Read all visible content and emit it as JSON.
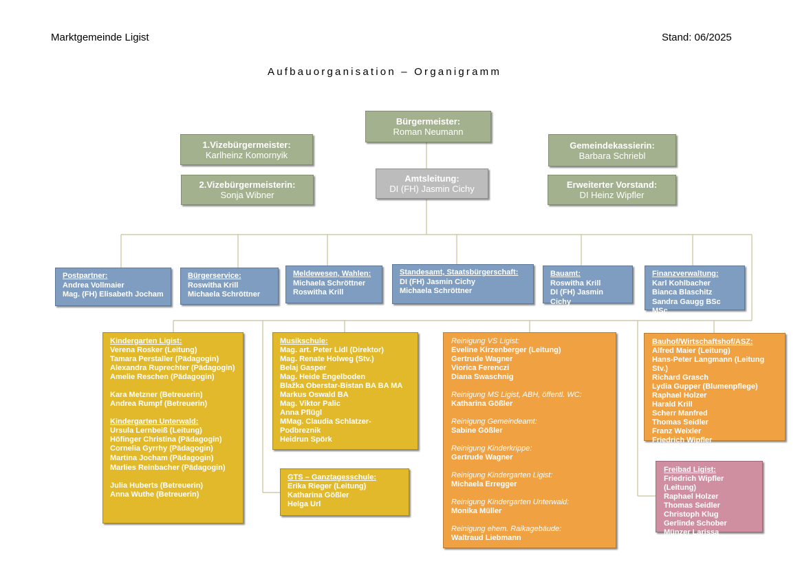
{
  "header": {
    "org": "Marktgemeinde Ligist",
    "stand": "Stand: 06/2025",
    "title": "Aufbauorganisation – Organigramm"
  },
  "colors": {
    "leadership": "#a3b18e",
    "office": "#bcbcbc",
    "department": "#7f9dc0",
    "education": "#e2b92a",
    "cleaning": "#f0a243",
    "pool": "#d08fa0",
    "connector": "#c7c09a"
  },
  "leadership": {
    "mayor": {
      "title": "Bürgermeister:",
      "name": "Roman Neumann"
    },
    "vice1": {
      "title": "1.Vizebürgermeister:",
      "name": "Karlheinz Komornyik"
    },
    "vice2": {
      "title": "2.Vizebürgermeisterin:",
      "name": "Sonja Wibner"
    },
    "treasurer": {
      "title": "Gemeindekassierin:",
      "name": "Barbara Schriebl"
    },
    "board": {
      "title": "Erweiterter Vorstand:",
      "name": "DI Heinz Wipfler"
    },
    "office_head": {
      "title": "Amtsleitung:",
      "name": "DI (FH) Jasmin Cichy"
    }
  },
  "departments": [
    {
      "title": "Postpartner:",
      "members": [
        "Andrea Vollmaier",
        "Mag. (FH) Elisabeth Jocham"
      ]
    },
    {
      "title": "Bürgerservice:",
      "members": [
        "Roswitha Krill",
        "Michaela Schröttner"
      ]
    },
    {
      "title": "Meldewesen, Wahlen:",
      "members": [
        "Michaela Schröttner",
        "Roswitha Krill"
      ]
    },
    {
      "title": "Standesamt, Staatsbürgerschaft:",
      "members": [
        "DI (FH) Jasmin Cichy",
        "Michaela Schröttner"
      ]
    },
    {
      "title": "Bauamt:",
      "members": [
        "Roswitha Krill",
        "DI (FH) Jasmin Cichy"
      ]
    },
    {
      "title": "Finanzverwaltung:",
      "members": [
        "Karl Kohlbacher",
        "Bianca Blaschitz",
        "Sandra Gaugg BSc MSc"
      ]
    }
  ],
  "kindergarten": {
    "ligist_title": "Kindergarten Ligist:",
    "ligist_members": [
      "Verena Rosker (Leitung)",
      "Tamara Perstaller (Pädagogin)",
      "Alexandra Ruprechter (Pädagogin)",
      "Amelie Reschen (Pädagogin)"
    ],
    "ligist_carers": [
      "Kara Metzner (Betreuerin)",
      "Andrea Rumpf (Betreuerin)"
    ],
    "unterwald_title": "Kindergarten Unterwald:",
    "unterwald_members": [
      "Ursula Lernbeiß (Leitung)",
      "Höfinger Christina (Pädagogin)",
      "Cornelia Gyrrhy (Pädagogin)",
      "Martina Jocham (Pädagogin)",
      "Marlies Reinbacher (Pädagogin)"
    ],
    "unterwald_carers": [
      "Julia Huberts (Betreuerin)",
      "Anna Wuthe (Betreuerin)"
    ]
  },
  "music_school": {
    "title": "Musikschule:",
    "members": [
      "Mag. art. Peter Lidl (Direktor)",
      "Mag. Renate Holweg (Stv.)",
      "Belaj Gasper",
      "Mag. Heide Engelboden",
      "Blažka Oberstar-Bistan BA BA MA",
      "Markus Oswald BA",
      "Mag. Viktor Palic",
      "Anna Pflügl",
      "MMag. Claudia Schlatzer-Podbreznik",
      "Heidrun Spörk"
    ]
  },
  "gts": {
    "title": "GTS – Ganztagesschule:",
    "members": [
      "Erika Rieger (Leitung)",
      "Katharina Gößler",
      "Helga Url"
    ]
  },
  "cleaning": [
    {
      "title": "Reinigung VS Ligist:",
      "members": [
        "Eveline Kirzenberger (Leitung)",
        "Gertrude Wagner",
        "Viorica Ferenczi",
        "Diana Swaschnig"
      ]
    },
    {
      "title": "Reinigung MS Ligist, ABH, öffentl. WC:",
      "members": [
        "Katharina Gößler"
      ]
    },
    {
      "title": "Reinigung Gemeindeamt:",
      "members": [
        "Sabine Gößler"
      ]
    },
    {
      "title": "Reinigung Kinderkrippe:",
      "members": [
        "Gertrude Wagner"
      ]
    },
    {
      "title": "Reinigung Kindergarten Ligist:",
      "members": [
        "Michaela Erregger"
      ]
    },
    {
      "title": "Reinigung Kindergarten Unterwald:",
      "members": [
        "Monika Müller"
      ]
    },
    {
      "title": "Reinigung ehem. Raikagebäude:",
      "members": [
        "Waltraud Liebmann"
      ]
    }
  ],
  "bauhof": {
    "title": "Bauhof/Wirtschaftshof/ASZ:",
    "members": [
      "Alfred Maier (Leitung)",
      "Hans-Peter Langmann (Leitung Stv.)",
      "Richard Grasch",
      "Lydia Gupper (Blumenpflege)",
      "Raphael Holzer",
      "Harald Krill",
      "Scherr Manfred",
      "Thomas Seidler",
      "Franz Weixler",
      "Friedrich Wipfler"
    ]
  },
  "pool": {
    "title": "Freibad Ligist:",
    "members": [
      "Friedrich Wipfler (Leitung)",
      "Raphael Holzer",
      "Thomas Seidler",
      "Christoph Klug",
      "Gerlinde Schober",
      "Münzer Larissa"
    ]
  }
}
